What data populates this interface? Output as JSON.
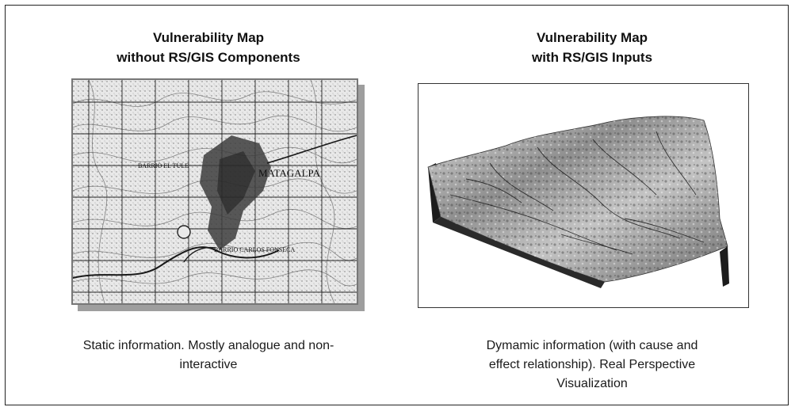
{
  "left_panel": {
    "title_line1": "Vulnerability Map",
    "title_line2": "without RS/GIS Components",
    "map_labels": {
      "town": "MATAGALPA",
      "barrio_north": "BARRIO EL TULE",
      "barrio_south": "BARRIO CARLOS FONSECA"
    },
    "caption": "Static information. Mostly analogue and non-interactive"
  },
  "right_panel": {
    "title_line1": "Vulnerability Map",
    "title_line2": "with RS/GIS Inputs",
    "caption": "Dymamic information (with cause and effect relationship). Real Perspective Visualization"
  },
  "colors": {
    "border": "#222222",
    "shadow": "#9e9e9e",
    "text": "#111111"
  }
}
